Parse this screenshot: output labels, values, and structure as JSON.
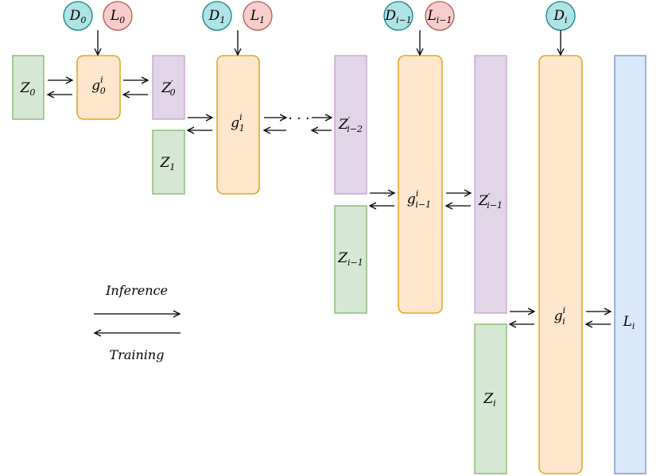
{
  "colors": {
    "green_fill": "#d5e8d4",
    "green_stroke": "#82b366",
    "purple_fill": "#e1d5e7",
    "purple_stroke": "#c3a3cc",
    "orange_fill": "#ffe6cc",
    "orange_stroke": "#d79b00",
    "blue_fill": "#dae8fc",
    "blue_stroke": "#6c8ebf",
    "teal_fill": "#b0e3e6",
    "teal_stroke": "#0e8088",
    "red_fill": "#f8cecc",
    "red_stroke": "#b85450"
  },
  "circles": {
    "d0": {
      "base": "D",
      "sub": "0"
    },
    "l0": {
      "base": "L",
      "sub": "0"
    },
    "d1": {
      "base": "D",
      "sub": "1"
    },
    "l1": {
      "base": "L",
      "sub": "1"
    },
    "dim1": {
      "base": "D",
      "sub": "i−1"
    },
    "lim1": {
      "base": "L",
      "sub": "i−1"
    },
    "di": {
      "base": "D",
      "sub": "i"
    }
  },
  "blocks": {
    "z0": {
      "base": "Z",
      "sub": "0"
    },
    "g0": {
      "base": "g",
      "sup": "i",
      "sub": "0"
    },
    "z0p": {
      "base": "Z",
      "prime": "′",
      "sub": "0"
    },
    "z1": {
      "base": "Z",
      "sub": "1"
    },
    "g1": {
      "base": "g",
      "sup": "i",
      "sub": "1"
    },
    "ellipsis": "· · ·",
    "zim2p": {
      "base": "Z",
      "prime": "′",
      "sub": "i−2"
    },
    "zim1": {
      "base": "Z",
      "sub": "i−1"
    },
    "gim1": {
      "base": "g",
      "sup": "i",
      "sub": "i−1"
    },
    "zim1p": {
      "base": "Z",
      "prime": "′",
      "sub": "i−1"
    },
    "zi": {
      "base": "Z",
      "sub": "i"
    },
    "gi": {
      "base": "g",
      "sup": "i",
      "sub": "i"
    },
    "li": {
      "base": "L",
      "sub": "i"
    }
  },
  "legend": {
    "inference": "Inference",
    "training": "Training"
  }
}
